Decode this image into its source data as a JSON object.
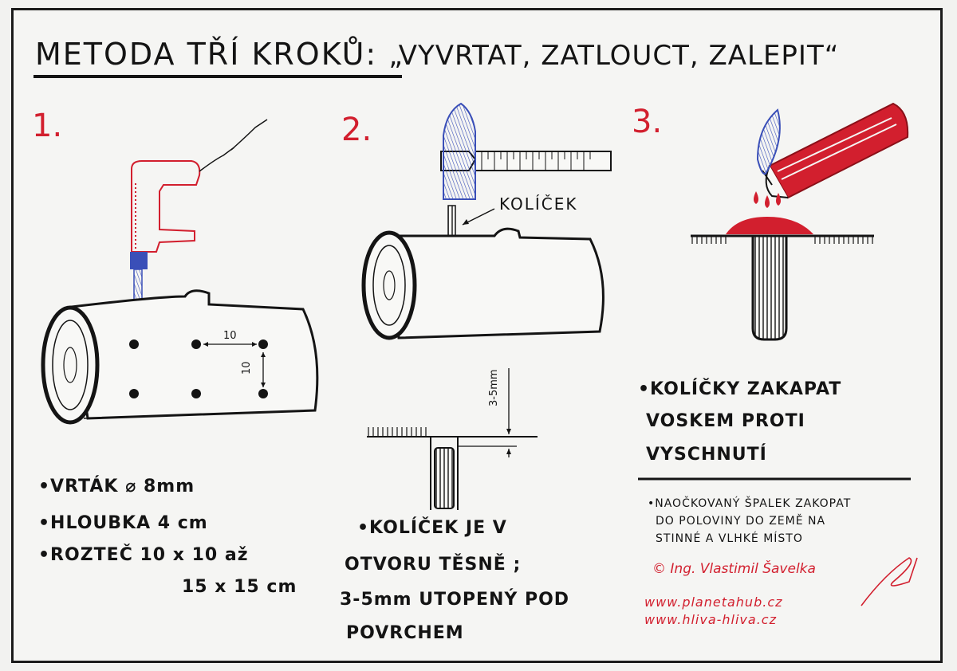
{
  "title": {
    "part1": "METODA TŘÍ KROKŮ:",
    "part2": "„VYVRTAT, ZATLOUCT, ZALEPIT“"
  },
  "step1": {
    "number": "1.",
    "dim_h": "10",
    "dim_v": "10",
    "notes": [
      "•VRTÁK ⌀ 8mm",
      "•HLOUBKA  4 cm",
      "•ROZTEČ  10 x 10 až",
      "15 x 15 cm"
    ]
  },
  "step2": {
    "number": "2.",
    "peg_label": "KOLÍČEK",
    "depth_label": "3-5mm",
    "notes": [
      "•KOLÍČEK JE V",
      "OTVORU TĚSNĚ ;",
      "3-5mm UTOPENÝ  POD",
      "POVRCHEM"
    ]
  },
  "step3": {
    "number": "3.",
    "notes": [
      "•KOLÍČKY ZAKAPAT",
      "VOSKEM  PROTI",
      "VYSCHNUTÍ"
    ],
    "extra_notes": [
      "•NAOČKOVANÝ  ŠPALEK ZAKOPAT",
      "DO POLOVINY DO ZEMĚ  NA",
      "STINNÉ  A  VLHKÉ  MÍSTO"
    ]
  },
  "credits": {
    "author": "© Ing. Vlastimil Šavelka",
    "url1": "www.planetahub.cz",
    "url2": "www.hliva-hliva.cz"
  },
  "colors": {
    "ink": "#141414",
    "red": "#d21f2e",
    "blue": "#3a4fb8"
  }
}
